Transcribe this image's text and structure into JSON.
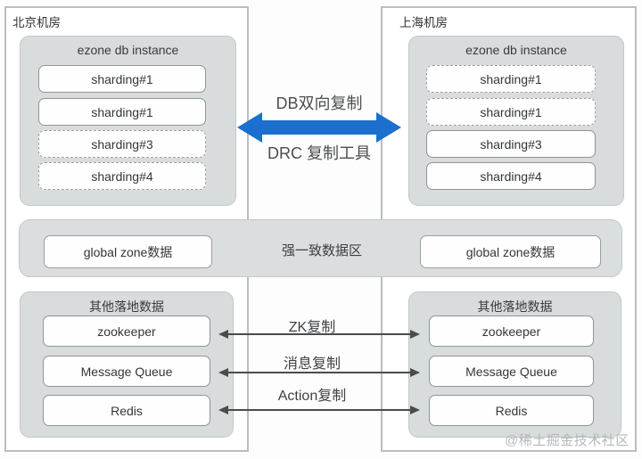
{
  "colors": {
    "db_arrow_blue": "#1c6fce",
    "panel_gray": "#d9dcdc",
    "outer_border_gray": "#b9bebf",
    "box_border_gray": "#8f9595",
    "thin_arrow_gray": "#4b4b4b",
    "watermark_gray": "#b4b7ba"
  },
  "left_dc": {
    "title": "北京机房",
    "db_instance": {
      "title": "ezone db instance",
      "shards": [
        {
          "label": "sharding#1",
          "style": "solid"
        },
        {
          "label": "sharding#1",
          "style": "solid"
        },
        {
          "label": "sharding#3",
          "style": "dashed"
        },
        {
          "label": "sharding#4",
          "style": "dashed"
        }
      ]
    },
    "global_zone": {
      "label": "global zone数据"
    },
    "other_data": {
      "title": "其他落地数据",
      "items": [
        {
          "label": "zookeeper"
        },
        {
          "label": "Message Queue"
        },
        {
          "label": "Redis"
        }
      ]
    }
  },
  "right_dc": {
    "title": "上海机房",
    "db_instance": {
      "title": "ezone db instance",
      "shards": [
        {
          "label": "sharding#1",
          "style": "dashed"
        },
        {
          "label": "sharding#1",
          "style": "dashed"
        },
        {
          "label": "sharding#3",
          "style": "solid"
        },
        {
          "label": "sharding#4",
          "style": "solid"
        }
      ]
    },
    "global_zone": {
      "label": "global zone数据"
    },
    "other_data": {
      "title": "其他落地数据",
      "items": [
        {
          "label": "zookeeper"
        },
        {
          "label": "Message Queue"
        },
        {
          "label": "Redis"
        }
      ]
    }
  },
  "center": {
    "db_replication": {
      "top_label": "DB双向复制",
      "bottom_label": "DRC 复制工具"
    },
    "consistency_zone_label": "强一致数据区",
    "replication_links": [
      {
        "label": "ZK复制"
      },
      {
        "label": "消息复制"
      },
      {
        "label": "Action复制"
      }
    ]
  },
  "watermark": "@稀土掘金技术社区"
}
